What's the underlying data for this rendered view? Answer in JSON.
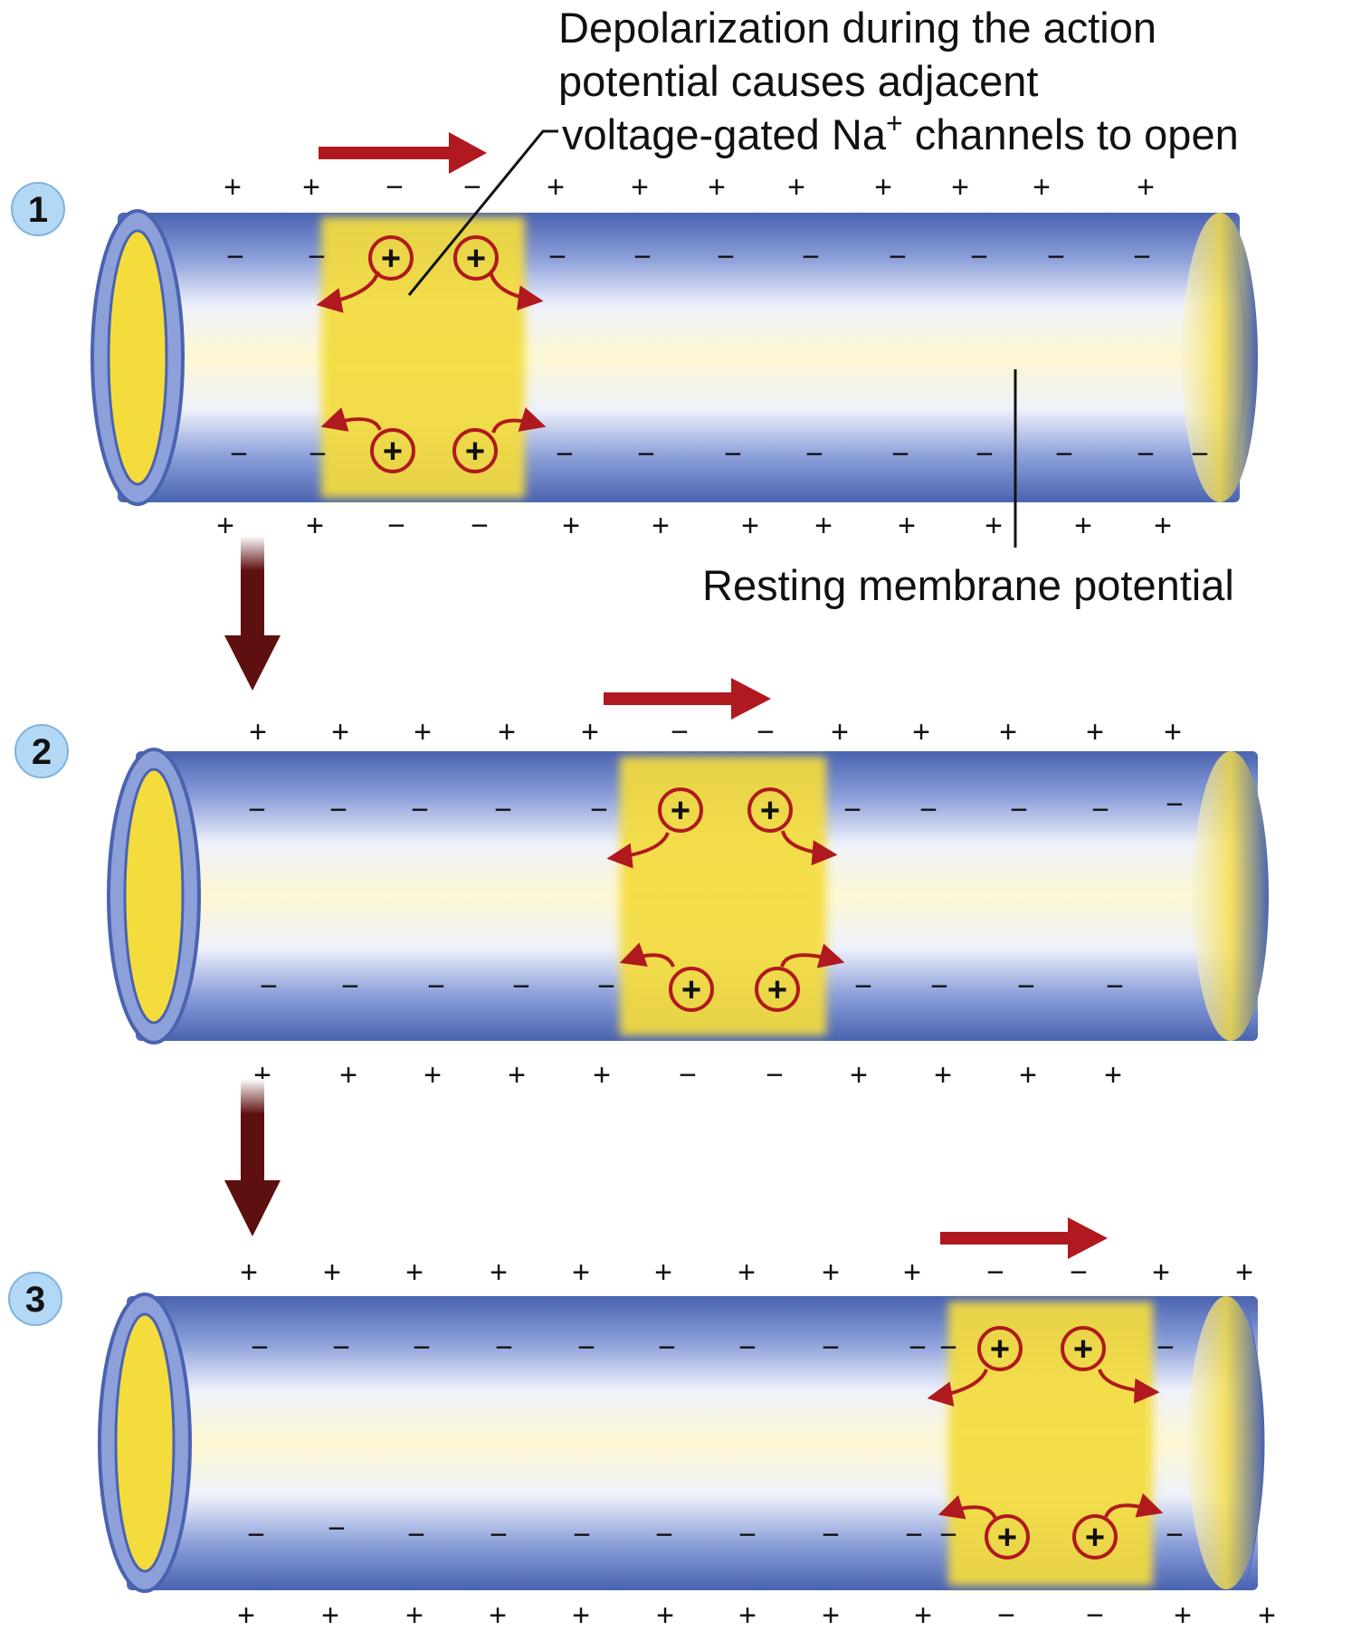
{
  "callouts": {
    "depolarization": [
      "Depolarization during the action",
      "potential causes adjacent",
      "voltage-gated Na"
    ],
    "depolarization_tail": " channels to open",
    "na_superscript": "+",
    "resting": "Resting membrane potential"
  },
  "ion": "+",
  "panels": [
    {
      "step": "1",
      "outside_top": [
        "+",
        "+",
        "−",
        "−",
        "+",
        "+",
        "+",
        "+",
        "+",
        "+",
        "+",
        "+"
      ],
      "inside_top": [
        "−",
        "−",
        "−",
        "−",
        "−",
        "−",
        "−",
        "−",
        "−",
        "−"
      ],
      "inside_bottom": [
        "−",
        "−",
        "−",
        "−",
        "−",
        "−",
        "−",
        "−",
        "−",
        "−",
        "−"
      ],
      "outside_bottom": [
        "+",
        "+",
        "−",
        "−",
        "+",
        "+",
        "+",
        "+",
        "+",
        "+",
        "+",
        "+"
      ]
    },
    {
      "step": "2",
      "outside_top": [
        "+",
        "+",
        "+",
        "+",
        "+",
        "−",
        "−",
        "+",
        "+",
        "+",
        "+",
        "+"
      ],
      "inside_top": [
        "−",
        "−",
        "−",
        "−",
        "−",
        "−",
        "−",
        "−",
        "−",
        "−"
      ],
      "inside_bottom": [
        "−",
        "−",
        "−",
        "−",
        "−",
        "−",
        "−",
        "−",
        "−"
      ],
      "outside_bottom": [
        "+",
        "+",
        "+",
        "+",
        "+",
        "−",
        "−",
        "+",
        "+",
        "+",
        "+"
      ]
    },
    {
      "step": "3",
      "outside_top": [
        "+",
        "+",
        "+",
        "+",
        "+",
        "+",
        "+",
        "+",
        "+",
        "−",
        "−",
        "+",
        "+"
      ],
      "inside_top": [
        "−",
        "−",
        "−",
        "−",
        "−",
        "−",
        "−",
        "−",
        "−",
        "−",
        "−"
      ],
      "inside_bottom": [
        "−",
        "−",
        "−",
        "−",
        "−",
        "−",
        "−",
        "−",
        "−",
        "−",
        "−"
      ],
      "outside_bottom": [
        "+",
        "+",
        "+",
        "+",
        "+",
        "+",
        "+",
        "+",
        "+",
        "−",
        "−",
        "+",
        "+"
      ]
    }
  ],
  "colors": {
    "axon_blue": "#4a63b0",
    "axon_light": "#b9c8ec",
    "axoplasm": "#f4dc3c",
    "arrow_red": "#b0191e",
    "arrow_dark": "#5e0f0f",
    "badge": "#b3d8f5"
  }
}
